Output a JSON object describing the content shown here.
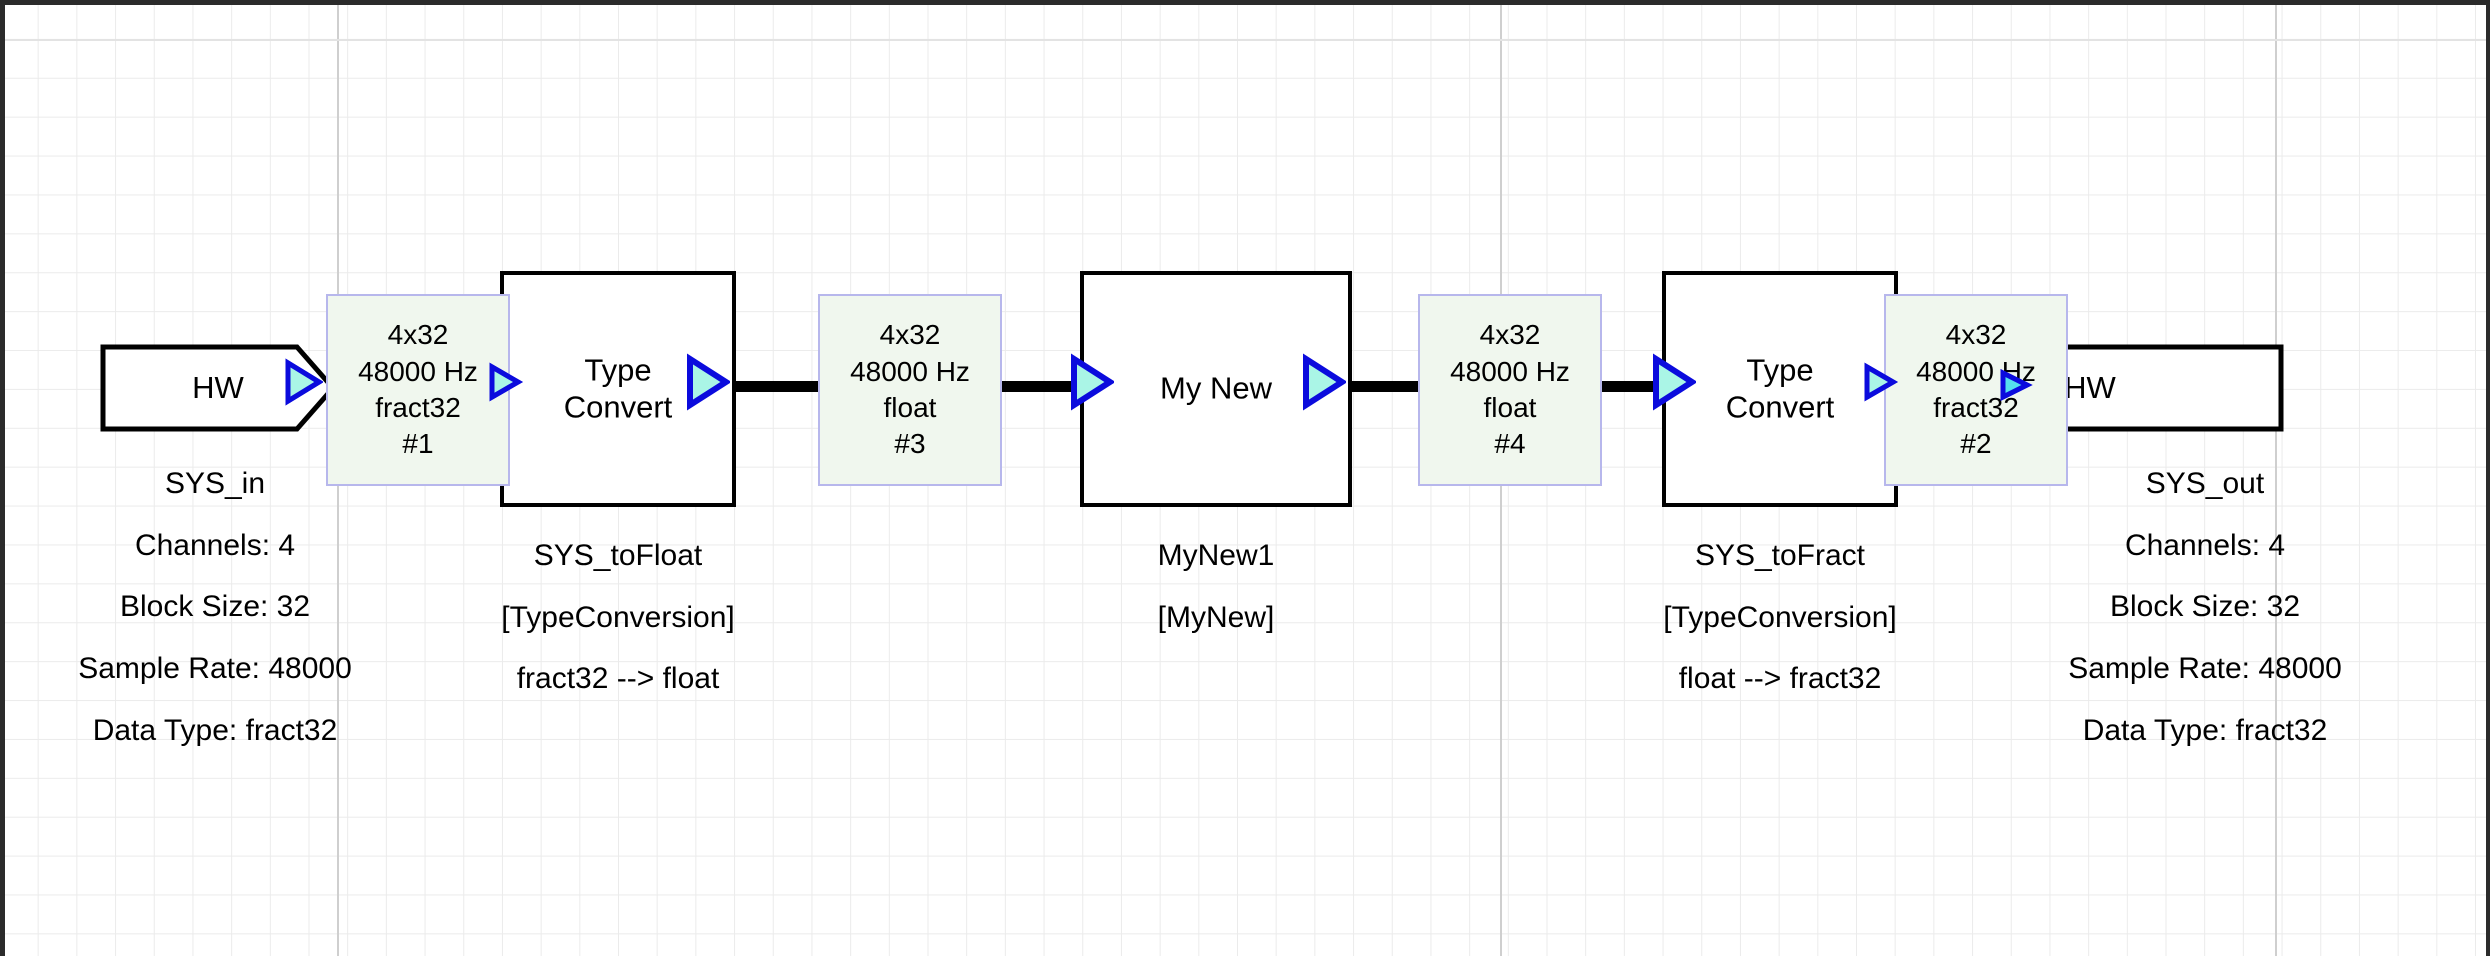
{
  "canvas": {
    "grid": "on",
    "background_color": "#ffffff",
    "grid_color": "#ebebeb",
    "border_color": "#2b2b2b"
  },
  "palette": {
    "wire": "#000000",
    "block_border": "#000000",
    "block_fill": "#ffffff",
    "signal_box_fill": "#f0f7ee",
    "signal_box_border": "#b7b7ec",
    "port_fill": "#aaf5e6",
    "port_stroke": "#0b0bdd",
    "text": "#000000"
  },
  "blocks": [
    {
      "id": "sys-in",
      "kind": "hardware-source",
      "inner_label": "HW",
      "caption": "SYS_in",
      "properties": [
        "Channels: 4",
        "Block Size: 32",
        "Sample Rate: 48000",
        "Data Type: fract32"
      ]
    },
    {
      "id": "sys-tofloat",
      "kind": "type-conversion",
      "inner_label": "Type\nConvert",
      "caption": "SYS_toFloat",
      "type_tag": "[TypeConversion]",
      "conversion": "fract32 --> float"
    },
    {
      "id": "mynew1",
      "kind": "custom-module",
      "inner_label": "My New",
      "caption": "MyNew1",
      "type_tag": "[MyNew]"
    },
    {
      "id": "sys-tofract",
      "kind": "type-conversion",
      "inner_label": "Type\nConvert",
      "caption": "SYS_toFract",
      "type_tag": "[TypeConversion]",
      "conversion": "float --> fract32"
    },
    {
      "id": "sys-out",
      "kind": "hardware-sink",
      "inner_label": "HW",
      "caption": "SYS_out",
      "properties": [
        "Channels: 4",
        "Block Size: 32",
        "Sample Rate: 48000",
        "Data Type: fract32"
      ]
    }
  ],
  "signals": [
    {
      "id": "sig1",
      "dimensions": "4x32",
      "rate": "48000 Hz",
      "datatype": "fract32",
      "index": "#1",
      "from": "sys-in",
      "to": "sys-tofloat"
    },
    {
      "id": "sig3",
      "dimensions": "4x32",
      "rate": "48000 Hz",
      "datatype": "float",
      "index": "#3",
      "from": "sys-tofloat",
      "to": "mynew1"
    },
    {
      "id": "sig4",
      "dimensions": "4x32",
      "rate": "48000 Hz",
      "datatype": "float",
      "index": "#4",
      "from": "mynew1",
      "to": "sys-tofract"
    },
    {
      "id": "sig2",
      "dimensions": "4x32",
      "rate": "48000 Hz",
      "datatype": "fract32",
      "index": "#2",
      "from": "sys-tofract",
      "to": "sys-out"
    }
  ]
}
